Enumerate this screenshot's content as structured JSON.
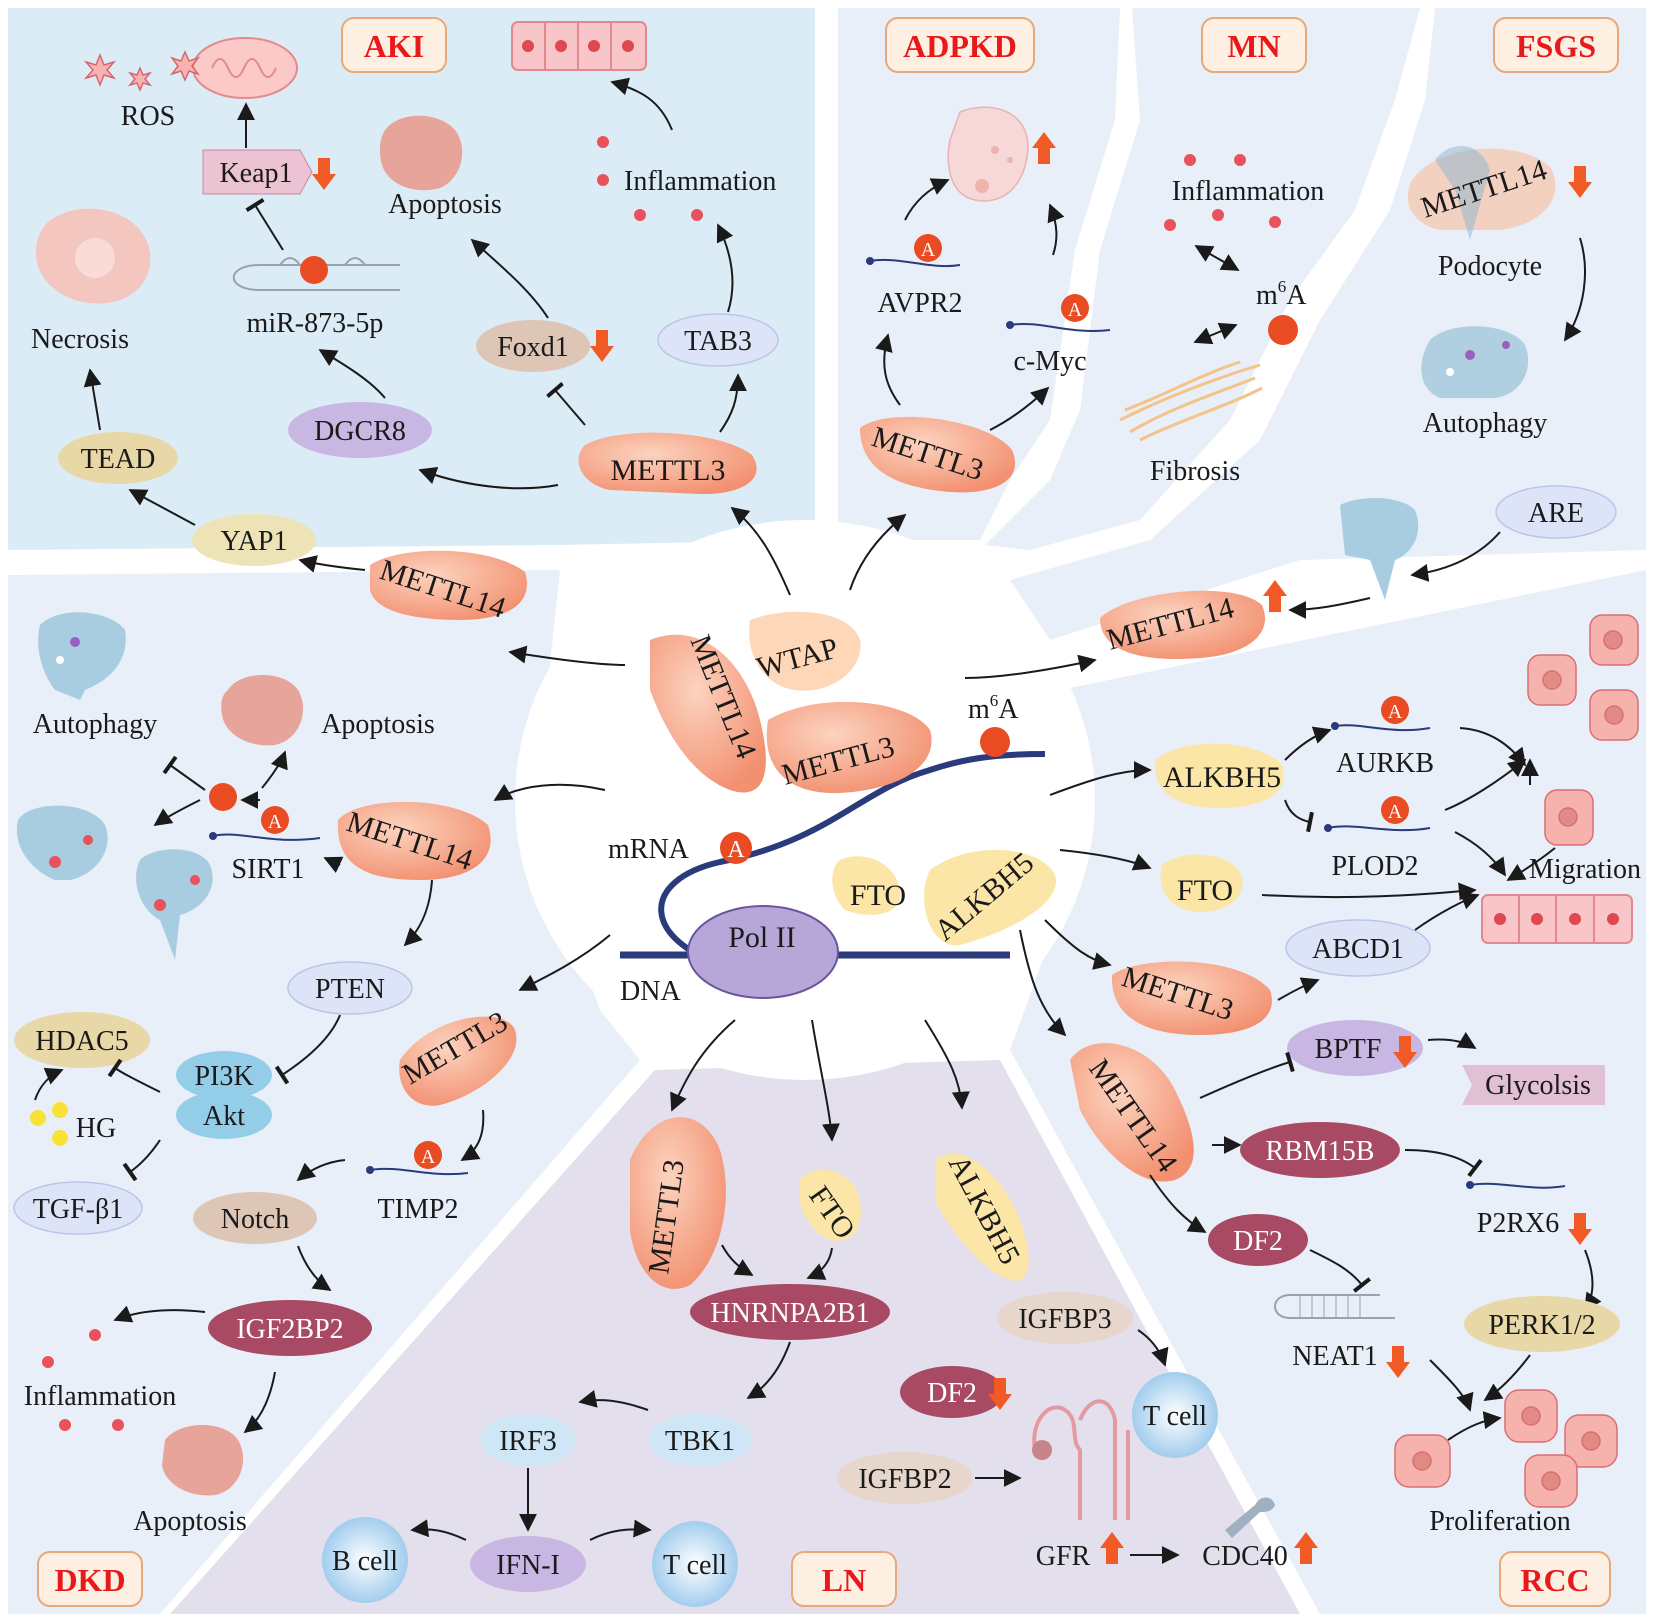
{
  "diseases": {
    "aki": "AKI",
    "adpkd": "ADPKD",
    "mn": "MN",
    "fsgs": "FSGS",
    "dkd": "DKD",
    "ln": "LN",
    "rcc": "RCC"
  },
  "center": {
    "mettl14": "METTL14",
    "wtap": "WTAP",
    "mettl3": "METTL3",
    "m6a_base": "m",
    "m6a_sup": "6",
    "m6a_tail": "A",
    "mrna": "mRNA",
    "a_mark": "A",
    "fto": "FTO",
    "alkbh5": "ALKBH5",
    "pol2": "Pol II",
    "dna": "DNA"
  },
  "aki": {
    "ros": "ROS",
    "keap1": "Keap1",
    "apoptosis": "Apoptosis",
    "inflammation": "Inflammation",
    "necrosis": "Necrosis",
    "mir": "miR-873-5p",
    "foxd1": "Foxd1",
    "tab3": "TAB3",
    "dgcr8": "DGCR8",
    "tead": "TEAD",
    "mettl3": "METTL3",
    "yap1": "YAP1",
    "mettl14": "METTL14"
  },
  "adpkd": {
    "avpr2": "AVPR2",
    "cmyc": "c-Myc",
    "mettl3": "METTL3"
  },
  "mn": {
    "inflammation": "Inflammation",
    "m6a_base": "m",
    "m6a_sup": "6",
    "m6a_tail": "A",
    "fibrosis": "Fibrosis"
  },
  "fsgs": {
    "mettl14": "METTL14",
    "podocyte": "Podocyte",
    "autophagy": "Autophagy",
    "are": "ARE",
    "mettl14_up": "METTL14"
  },
  "dkd": {
    "autophagy": "Autophagy",
    "apoptosis": "Apoptosis",
    "sirt1": "SIRT1",
    "mettl14": "METTL14",
    "pten": "PTEN",
    "hdac5": "HDAC5",
    "pi3k": "PI3K",
    "akt": "Akt",
    "hg": "HG",
    "tgfb1": "TGF-β1",
    "mettl3": "METTL3",
    "timp2": "TIMP2",
    "notch": "Notch",
    "igf2bp2": "IGF2BP2",
    "inflammation": "Inflammation",
    "apoptosis2": "Apoptosis"
  },
  "ln": {
    "mettl3": "METTL3",
    "fto": "FTO",
    "alkbh5": "ALKBH5",
    "hnrnpa2b1": "HNRNPA2B1",
    "igfbp3": "IGFBP3",
    "df2": "DF2",
    "tcell1": "T cell",
    "irf3": "IRF3",
    "tbk1": "TBK1",
    "igfbp2": "IGFBP2",
    "ifn": "IFN-I",
    "bcell": "B cell",
    "tcell2": "T cell",
    "gfr": "GFR",
    "cdc40": "CDC40"
  },
  "rcc": {
    "alkbh5_1": "ALKBH5",
    "aurkb": "AURKB",
    "plod2": "PLOD2",
    "fto": "FTO",
    "migration": "Migration",
    "abcd1": "ABCD1",
    "mettl3": "METTL3",
    "bptf": "BPTF",
    "glycolysis": "Glycolsis",
    "mettl14": "METTL14",
    "rbm15b": "RBM15B",
    "p2rx6": "P2RX6",
    "df2": "DF2",
    "neat1": "NEAT1",
    "perk": "PERK1/2",
    "proliferation": "Proliferation"
  },
  "colors": {
    "aki_bg": "#dcecf6",
    "panel_bg": "#e9eff8",
    "ln_bg": "#e3dfec",
    "center_bg": "#ffffff",
    "enzyme": "#f6a582",
    "disease_red": "#e8191a",
    "up_arrow": "#f15a24",
    "m6a_dot": "#e94b22"
  },
  "icons": [
    "mitochondrion-icon",
    "ros-star-icon",
    "cell-icon",
    "podocyte-icon",
    "epithelium-icon",
    "rna-hairpin-icon",
    "nephron-icon",
    "wrench-icon",
    "lymphocyte-icon",
    "fibrosis-icon"
  ]
}
